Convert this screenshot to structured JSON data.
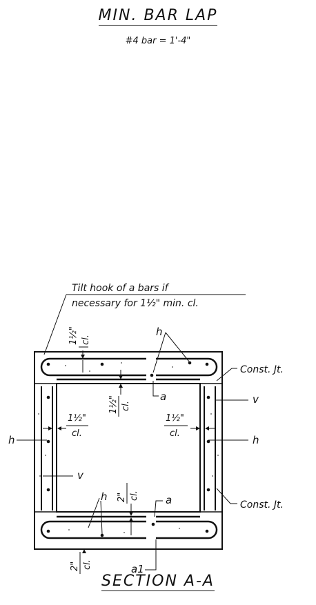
{
  "titles": {
    "lap_title": "MIN. BAR LAP",
    "lap_value": "#4 bar = 1'-4\"",
    "section_title": "SECTION A-A"
  },
  "notes": {
    "tilt_line1": "Tilt hook of a bars if",
    "tilt_line2": "necessary for 1½\" min. cl."
  },
  "labels": {
    "h": "h",
    "v": "v",
    "a": "a",
    "a1": "a1",
    "const_jt": "Const. Jt.",
    "one_half": "1½\"",
    "two": "2\"",
    "cl": "cl."
  }
}
